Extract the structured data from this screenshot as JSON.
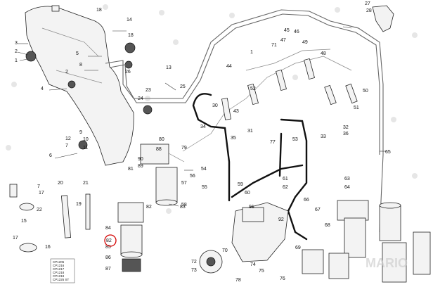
{
  "callouts": [
    "27",
    "28",
    "18",
    "3",
    "2",
    "1",
    "5",
    "4",
    "2",
    "8",
    "9",
    "10",
    "11",
    "12",
    "7",
    "6",
    "7",
    "20",
    "21",
    "19",
    "22",
    "17",
    "16",
    "17",
    "15",
    "14",
    "18",
    "13",
    "26",
    "23",
    "24",
    "25",
    "1",
    "71",
    "49",
    "47",
    "48",
    "46",
    "45",
    "44",
    "43",
    "30",
    "52",
    "51",
    "50",
    "32",
    "36",
    "33",
    "34",
    "35",
    "31",
    "77",
    "53",
    "54",
    "55",
    "56",
    "57",
    "58",
    "59",
    "60",
    "61",
    "62",
    "63",
    "64",
    "65",
    "66",
    "67",
    "68",
    "69",
    "70",
    "72",
    "73",
    "74",
    "75",
    "76",
    "78",
    "79",
    "80",
    "81",
    "82",
    "83",
    "84",
    "85",
    "86",
    "87",
    "88",
    "89",
    "90",
    "91",
    "92"
  ],
  "highlighted_callout": "82",
  "legend_codes": [
    "CP1205",
    "CP1216",
    "CP1217",
    "CP1218",
    "CP1219",
    "CP1225 ST"
  ],
  "watermark": "MARIO"
}
